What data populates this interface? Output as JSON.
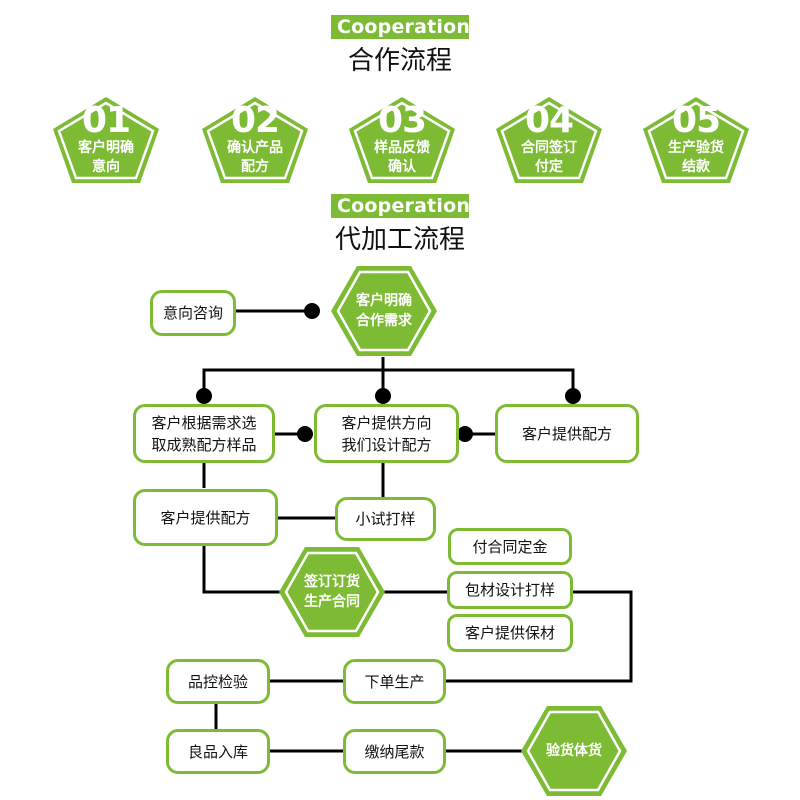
{
  "section1": {
    "badge": "Cooperation",
    "title": "合作流程",
    "steps": [
      {
        "num": "01",
        "line1": "客户明确",
        "line2": "意向"
      },
      {
        "num": "02",
        "line1": "确认产品",
        "line2": "配方"
      },
      {
        "num": "03",
        "line1": "样品反馈",
        "line2": "确认"
      },
      {
        "num": "04",
        "line1": "合同签订",
        "line2": "付定"
      },
      {
        "num": "05",
        "line1": "生产验货",
        "line2": "结款"
      }
    ]
  },
  "section2": {
    "badge": "Cooperation",
    "title": "代加工流程",
    "nodes": {
      "inquiry": "意向咨询",
      "hex_start": {
        "line1": "客户明确",
        "line2": "合作需求"
      },
      "branch_a": {
        "line1": "客户根据需求选",
        "line2": "取成熟配方样品"
      },
      "branch_b": {
        "line1": "客户提供方向",
        "line2": "我们设计配方"
      },
      "branch_c": "客户提供配方",
      "client_formula": "客户提供配方",
      "trial_sample": "小试打样",
      "hex_contract": {
        "line1": "签订订货",
        "line2": "生产合同"
      },
      "deposit": "付合同定金",
      "packaging_design": "包材设计打样",
      "client_packaging": "客户提供保材",
      "qc": "品控检验",
      "production": "下单生产",
      "warehouse": "良品入库",
      "final_payment": "缴纳尾款",
      "hex_end": "验货体货"
    }
  },
  "colors": {
    "accent": "#7dbb35",
    "line": "#000000",
    "text": "#111111"
  }
}
